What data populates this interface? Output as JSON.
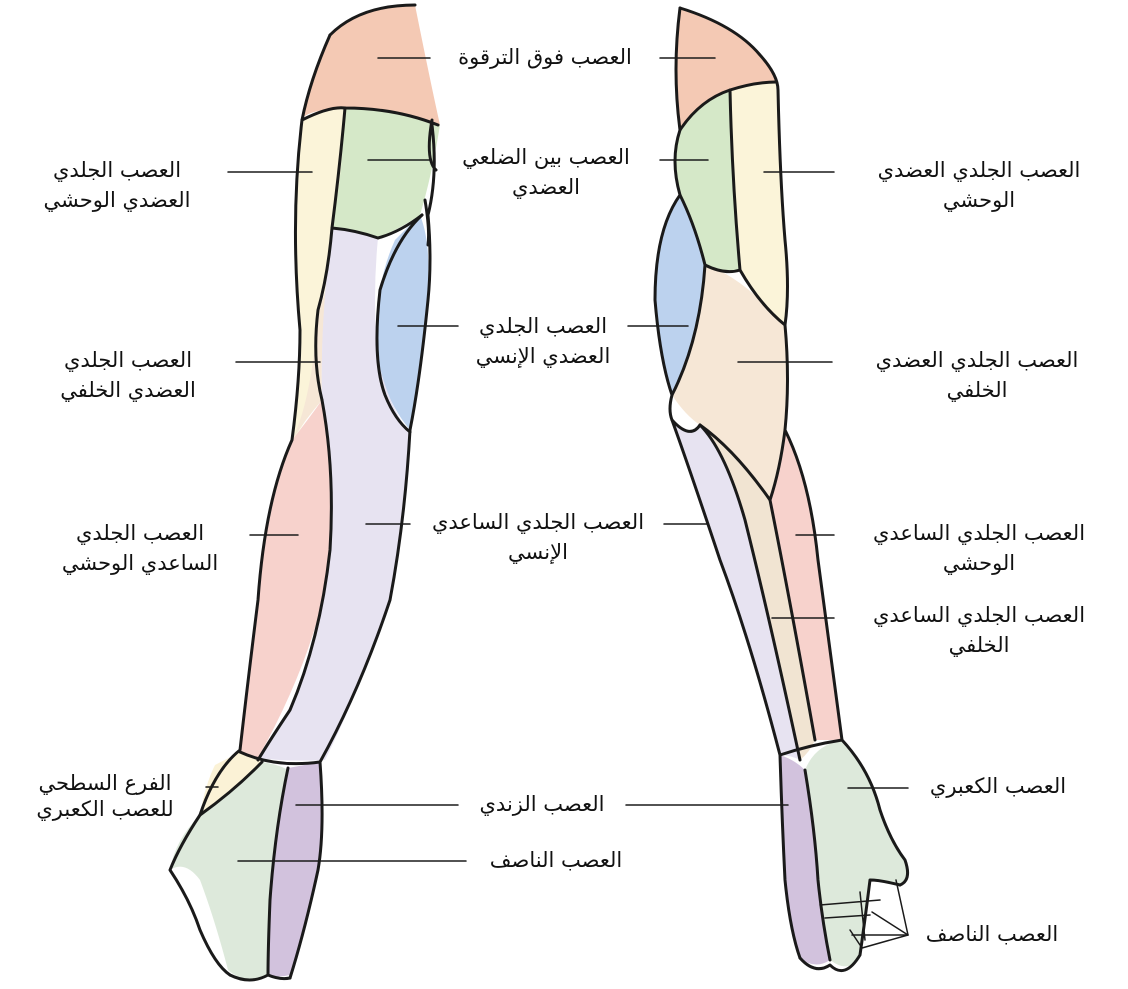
{
  "labels": {
    "supraclavicular": "العصب فوق الترقوة",
    "intercostobrachial_1": "العصب بين الضلعي",
    "intercostobrachial_2": "العضدي",
    "left_lateral_brachial_1": "العصب الجلدي",
    "left_lateral_brachial_2": "العضدي الوحشي",
    "left_posterior_brachial_1": "العصب الجلدي",
    "left_posterior_brachial_2": "العضدي الخلفي",
    "medial_brachial_1": "العصب الجلدي",
    "medial_brachial_2": "العضدي الإنسي",
    "left_lateral_antebrachial_1": "العصب الجلدي",
    "left_lateral_antebrachial_2": "الساعدي الوحشي",
    "medial_antebrachial_1": "العصب الجلدي الساعدي",
    "medial_antebrachial_2": "الإنسي",
    "superficial_radial_1": "الفرع السطحي",
    "superficial_radial_2": "للعصب الكعبري",
    "ulnar": "العصب الزندي",
    "median_left": "العصب الناصف",
    "right_lateral_brachial_1": "العصب الجلدي العضدي",
    "right_lateral_brachial_2": "الوحشي",
    "right_posterior_brachial_1": "العصب الجلدي العضدي",
    "right_posterior_brachial_2": "الخلفي",
    "right_lateral_antebrachial_1": "العصب الجلدي الساعدي",
    "right_lateral_antebrachial_2": "الوحشي",
    "right_posterior_antebrachial_1": "العصب الجلدي الساعدي",
    "right_posterior_antebrachial_2": "الخلفي",
    "radial": "العصب الكعبري",
    "median_right": "العصب الناصف"
  },
  "colors": {
    "supraclavicular": "#f4c9b4",
    "lateral_brachial": "#fbf4d9",
    "intercostobrachial": "#d5e8c8",
    "medial_brachial": "#bcd2ee",
    "posterior_brachial": "#f6e7d6",
    "lateral_antebrachial": "#f7d2cc",
    "medial_antebrachial": "#e7e3f1",
    "posterior_antebrachial": "#f1e4d2",
    "superficial_radial": "#fbf2d6",
    "median_hand": "#dde9db",
    "ulnar_hand": "#d2c2dd",
    "outline": "#1a1a1a"
  }
}
